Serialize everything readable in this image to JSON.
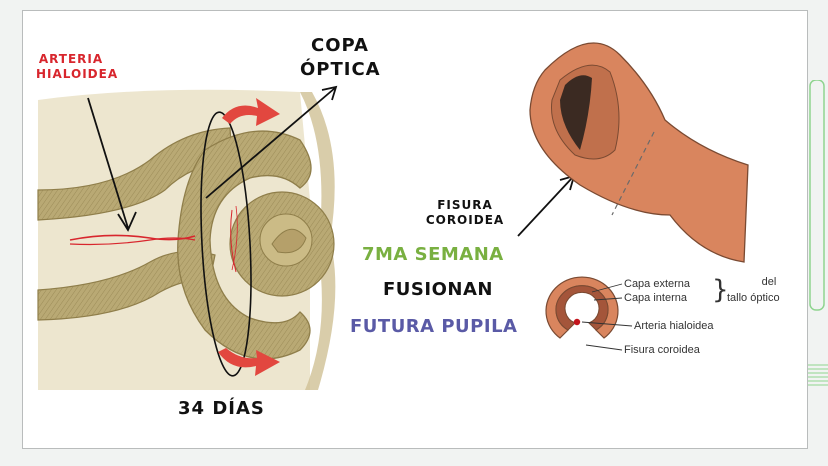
{
  "labels": {
    "arteria_hialoidea": "ARTERIA HIALOIDEA",
    "copa_optica": "COPA ÓPTICA",
    "dias": "34 DÍAS",
    "fisura_coroidea": "FISURA COROIDEA",
    "semana": "7MA SEMANA",
    "fusionan": "FUSIONAN",
    "futura_pupila": "FUTURA PUPILA"
  },
  "section_labels": {
    "capa_externa": "Capa externa",
    "capa_interna": "Capa interna",
    "brace": "}",
    "del": "del",
    "tallo_optico": "tallo óptico",
    "arteria_hialoidea": "Arteria hialoidea",
    "fisura_coroidea": "Fisura coroidea"
  },
  "colors": {
    "tissue": "#b9a974",
    "tissue_dark": "#8f7e4a",
    "background_tissue": "#ede6cf",
    "arrow_red": "#e2473f",
    "artery_red": "#d8262d",
    "cup_orange": "#d9855e",
    "cup_inner": "#a4553a",
    "semana_green": "#79b041",
    "futura_blue": "#5a5aa6"
  }
}
